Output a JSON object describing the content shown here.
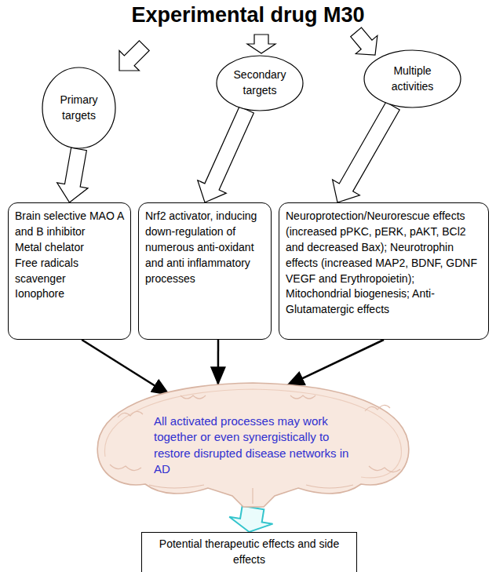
{
  "diagram": {
    "title": "Experimental drug M30",
    "nodes": [
      {
        "text": [
          "Primary targets"
        ]
      },
      {
        "text": [
          "Secondary targets"
        ]
      },
      {
        "text": [
          "Multiple activities"
        ]
      },
      {
        "text": [
          "Brain selective MAO A and B inhibitor",
          "Metal chelator",
          "Free radicals scavenger",
          "Ionophore"
        ]
      },
      {
        "text": [
          "Nrf2 activator, inducing down-regulation of numerous anti-oxidant and anti inflammatory processes"
        ]
      },
      {
        "text": [
          "Neuroprotection/Neurorescue effects (increased pPKC, pERK, pAKT, BCl2 and decreased Bax); Neurotrophin effects (increased MAP2, BDNF, GDNF VEGF and Erythropoietin); Mitochondrial biogenesis; Anti-Glutamatergic effects"
        ]
      },
      {
        "text": [
          "All activated processes may work together or even synergistically to restore disrupted disease networks in AD"
        ]
      },
      {
        "text": [
          "Potential therapeutic effects and side effects"
        ]
      }
    ],
    "edges": [
      {
        "from": 0,
        "to": 3,
        "arrow": "to"
      },
      {
        "from": 1,
        "to": 4,
        "arrow": "to"
      },
      {
        "from": 2,
        "to": 5,
        "arrow": "to"
      },
      {
        "from": 3,
        "to": 6,
        "arrow": "to"
      },
      {
        "from": 4,
        "to": 6,
        "arrow": "to"
      },
      {
        "from": 5,
        "to": 6,
        "arrow": "to"
      },
      {
        "from": 6,
        "to": 7,
        "arrow": "to"
      }
    ]
  }
}
